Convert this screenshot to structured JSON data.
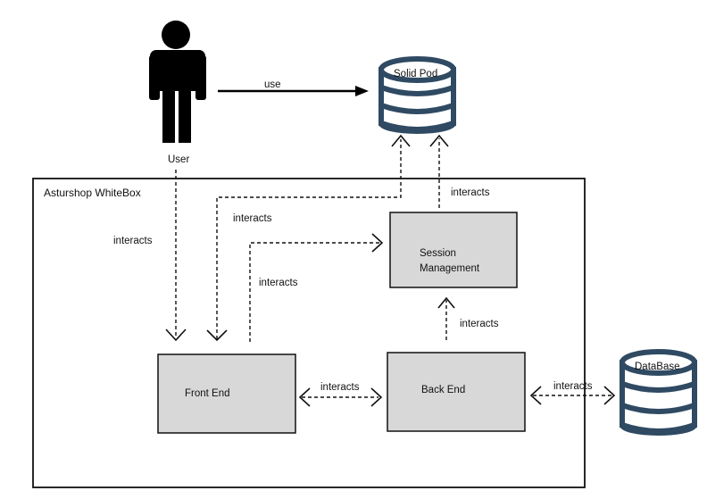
{
  "diagram": {
    "user_label": "User",
    "use_label": "use",
    "solid_pod_label": "Solid Pod",
    "whitebox_label": "Asturshop WhiteBox",
    "session_line1": "Session",
    "session_line2": "Management",
    "front_end_label": "Front End",
    "back_end_label": "Back End",
    "database_label": "DataBase",
    "interacts_label": "interacts"
  },
  "colors": {
    "box_fill": "#d8d8d8",
    "db_stroke": "#2f4a62",
    "line": "#111111"
  },
  "icons": {
    "user": "person-icon",
    "solid_pod": "database-icon",
    "database": "database-icon"
  }
}
